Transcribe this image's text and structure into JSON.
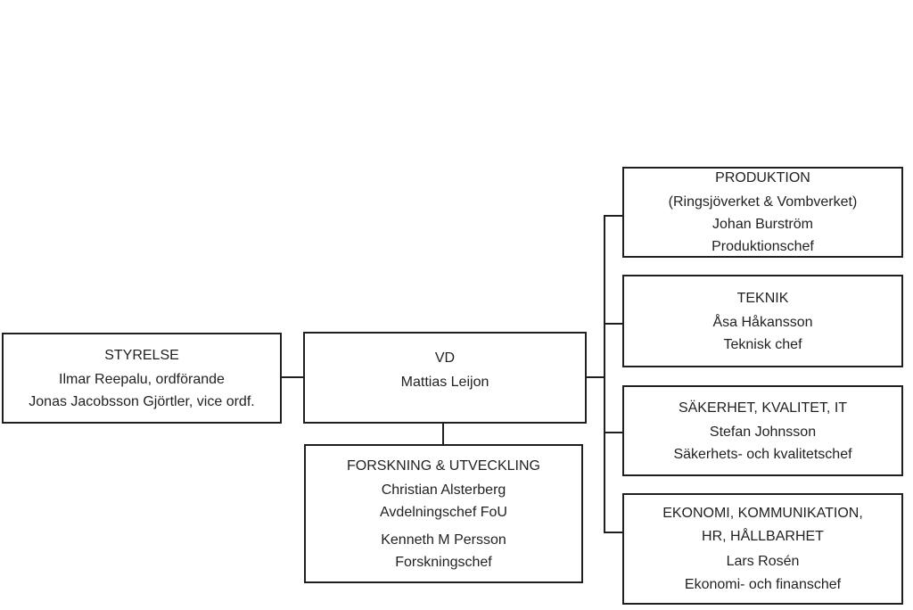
{
  "colors": {
    "line": "#231f20",
    "text": "#231f20",
    "background": "#ffffff"
  },
  "org": {
    "styrelse": {
      "title": "STYRELSE",
      "line1": "Ilmar Reepalu, ordförande",
      "line2": "Jonas Jacobsson Gjörtler, vice ordf."
    },
    "vd": {
      "title": "VD",
      "line1": "Mattias Leijon"
    },
    "fou": {
      "title": "FORSKNING & UTVECKLING",
      "line1": "Christian Alsterberg",
      "line2": "Avdelningschef FoU",
      "line3": "Kenneth M Persson",
      "line4": "Forskningschef"
    },
    "produktion": {
      "title": "PRODUKTION",
      "subtitle": "(Ringsjöverket & Vombverket)",
      "line1": "Johan Burström",
      "line2": "Produktionschef"
    },
    "teknik": {
      "title": "TEKNIK",
      "line1": "Åsa Håkansson",
      "line2": "Teknisk chef"
    },
    "sakerhet": {
      "title": "SÄKERHET, KVALITET, IT",
      "line1": "Stefan Johnsson",
      "line2": "Säkerhets- och kvalitetschef"
    },
    "ekonomi": {
      "title1": "EKONOMI, KOMMUNIKATION,",
      "title2": "HR, HÅLLBARHET",
      "line1": "Lars Rosén",
      "line2": "Ekonomi- och finanschef"
    }
  }
}
